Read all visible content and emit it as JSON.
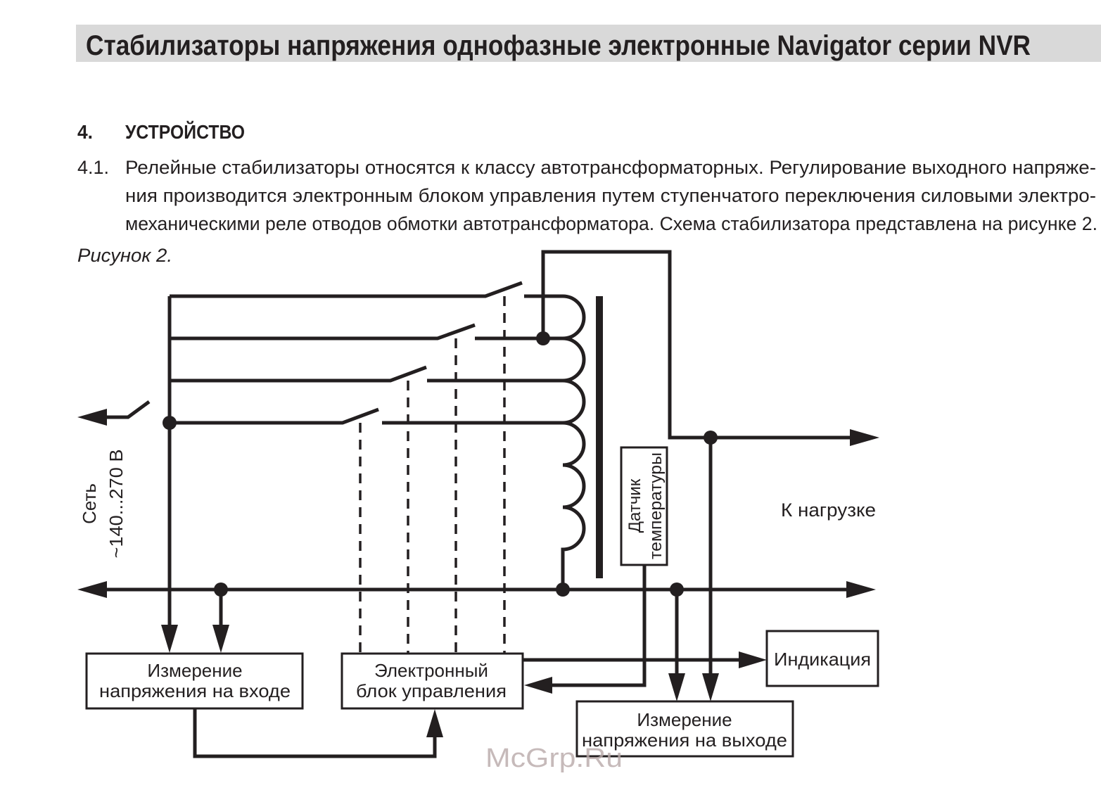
{
  "header": {
    "title": "Стабилизаторы напряжения однофазные электронные Navigator серии NVR"
  },
  "section": {
    "number": "4.",
    "title": "УСТРОЙСТВО"
  },
  "paragraph": {
    "number": "4.1.",
    "lines": [
      "Релейные стабилизаторы относятся к классу автотрансформаторных. Регулирование выходного напряже-",
      "ния производится электронным блоком управления путем ступенчатого переключения силовыми электро-",
      "механическими реле отводов обмотки автотрансформатора. Схема стабилизатора представлена на рисунке 2."
    ]
  },
  "figure": {
    "caption": "Рисунок 2.",
    "input_label": "Сеть",
    "input_range": "~140...270 В",
    "output_label": "К нагрузке",
    "sensor": [
      "Датчик",
      "температуры"
    ],
    "input_measure": [
      "Измерение",
      "напряжения на входе"
    ],
    "control_unit": [
      "Электронный",
      "блок управления"
    ],
    "indication": "Индикация",
    "output_measure": [
      "Измерение",
      "напряжения на выходе"
    ]
  },
  "watermark": "McGrp.Ru"
}
